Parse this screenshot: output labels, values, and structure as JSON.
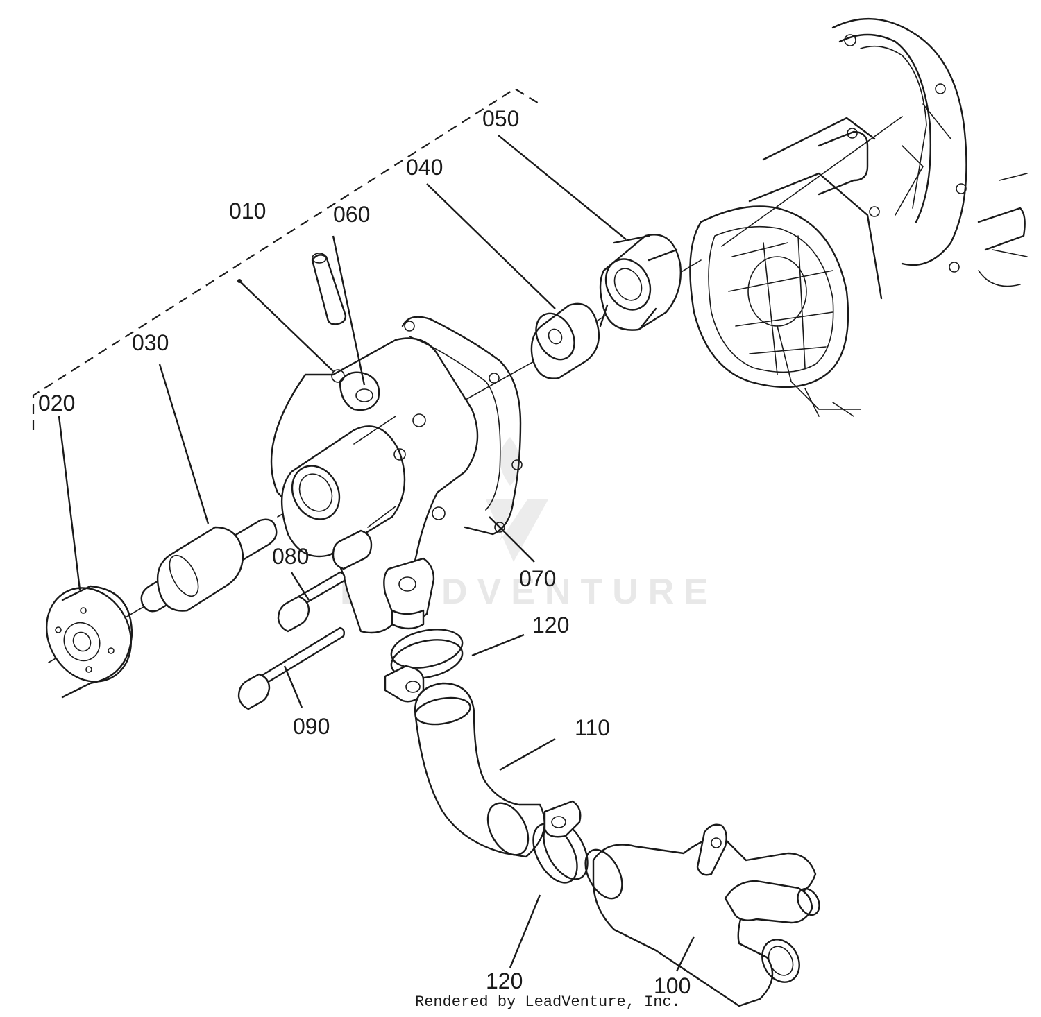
{
  "parts": [
    {
      "id": "p010",
      "label": "010"
    },
    {
      "id": "p020",
      "label": "020"
    },
    {
      "id": "p030",
      "label": "030"
    },
    {
      "id": "p040",
      "label": "040"
    },
    {
      "id": "p050",
      "label": "050"
    },
    {
      "id": "p060",
      "label": "060"
    },
    {
      "id": "p070",
      "label": "070"
    },
    {
      "id": "p080",
      "label": "080"
    },
    {
      "id": "p090",
      "label": "090"
    },
    {
      "id": "p100",
      "label": "100"
    },
    {
      "id": "p110",
      "label": "110"
    },
    {
      "id": "p120a",
      "label": "120"
    },
    {
      "id": "p120b",
      "label": "120"
    }
  ],
  "watermark": "LEADVENTURE",
  "footer": "Rendered by LeadVenture, Inc."
}
